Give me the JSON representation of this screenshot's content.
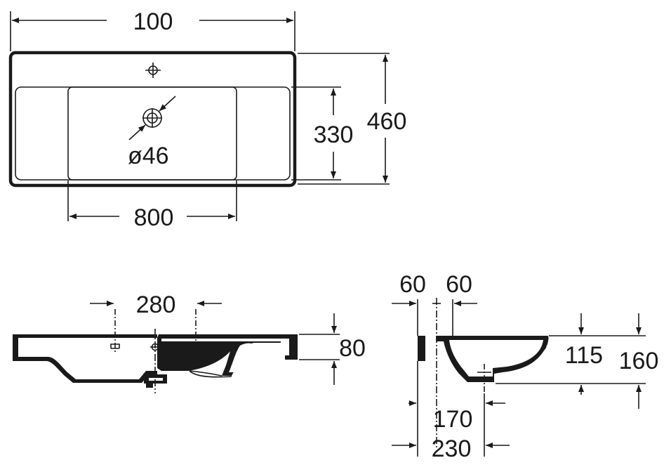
{
  "top_view": {
    "width_label": "100",
    "outer_depth_label": "460",
    "inner_depth_label": "330",
    "inner_width_label": "800",
    "drain_label": "ø46"
  },
  "front_view": {
    "tap_spacing_label": "280",
    "height_label": "80"
  },
  "side_view": {
    "left_offset_label": "60",
    "right_offset_label": "60",
    "inner_height_label": "115",
    "outer_height_label": "160",
    "drain_offset_label": "170",
    "depth_label": "230"
  },
  "colors": {
    "line": "#1a1a1a",
    "background": "#ffffff"
  }
}
